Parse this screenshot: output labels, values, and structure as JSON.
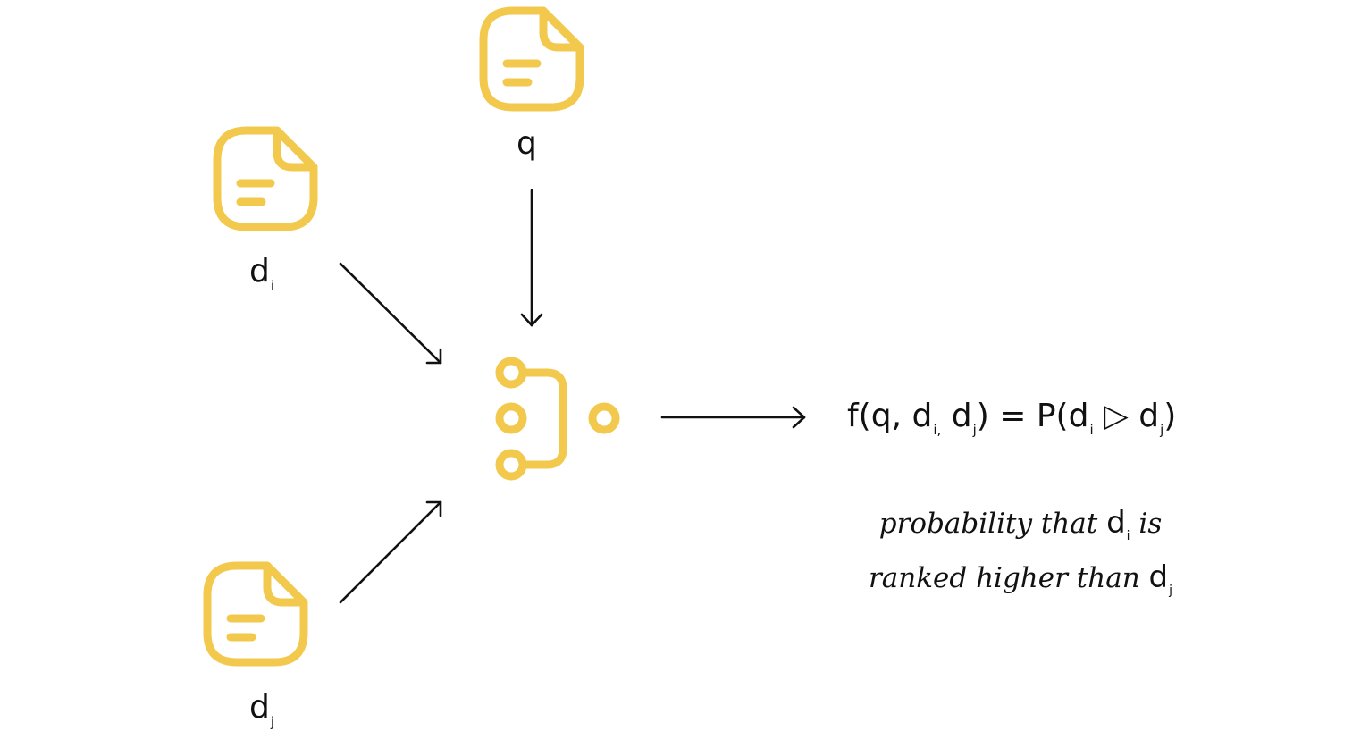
{
  "nodes": {
    "query": {
      "label": "q"
    },
    "doc_i": {
      "label": "d",
      "sub": "i"
    },
    "doc_j": {
      "label": "d",
      "sub": "j"
    }
  },
  "formula": {
    "f": "f(q, ",
    "d1": "d",
    "d1_sub": "i,",
    "sep1": " ",
    "d2": "d",
    "d2_sub": "j",
    "mid": ") = P(",
    "d3": "d",
    "d3_sub": "i",
    "op": " ▷ ",
    "d4": "d",
    "d4_sub": "j",
    "end": ")"
  },
  "caption": {
    "part1": "probability that ",
    "d1": "d",
    "d1_sub": "i",
    "part2": " is",
    "part3": "ranked higher than ",
    "d2": "d",
    "d2_sub": "j"
  },
  "icons": {
    "document": "document-icon",
    "model": "merge-network-icon",
    "arrow": "arrow-icon"
  },
  "colors": {
    "icon": "#F2C94C",
    "text": "#111111",
    "background": "#FFFFFF"
  }
}
